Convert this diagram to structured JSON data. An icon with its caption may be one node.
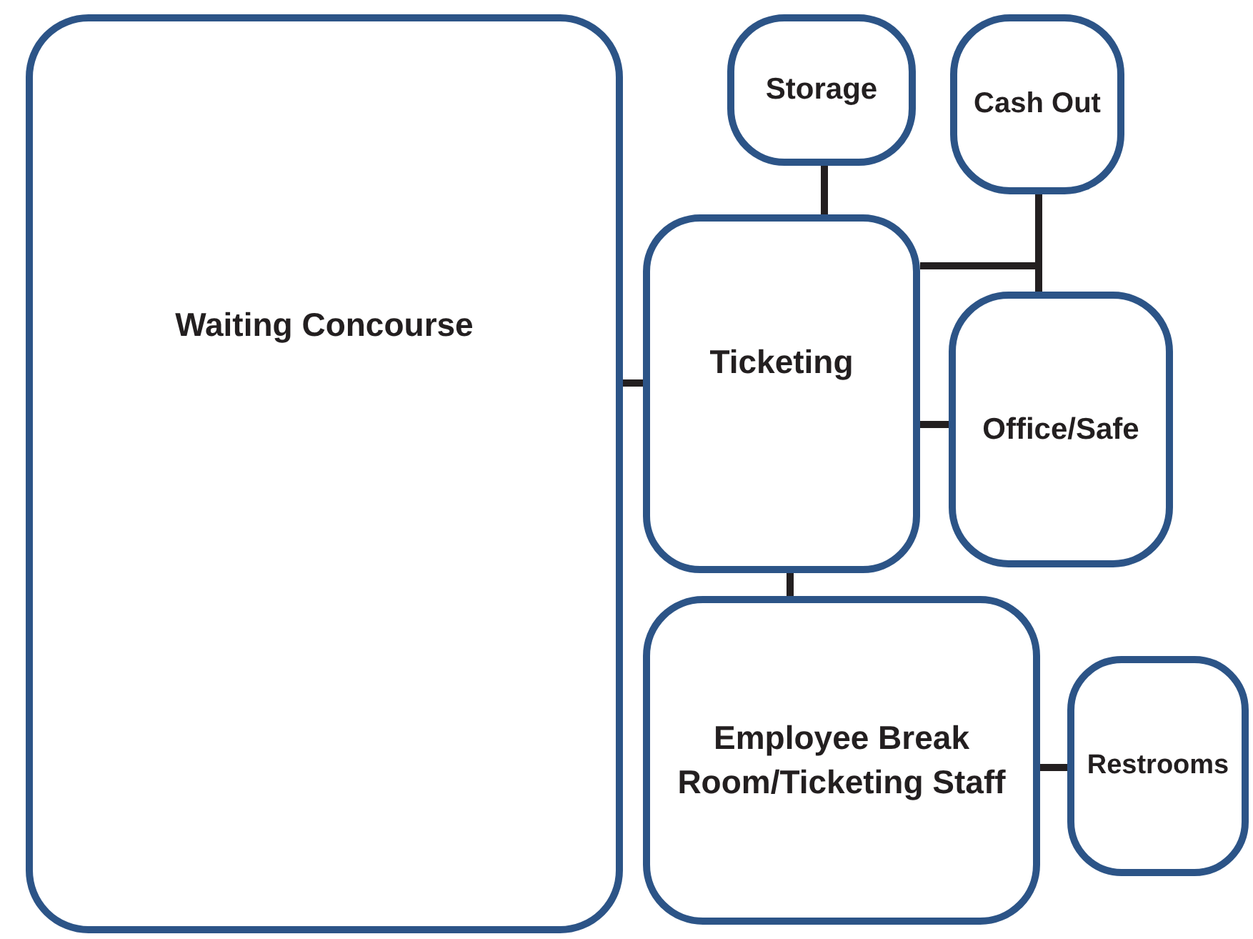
{
  "diagram": {
    "nodes": [
      {
        "text": [
          "Waiting Concourse"
        ]
      },
      {
        "text": [
          "Storage"
        ]
      },
      {
        "text": [
          "Cash Out"
        ]
      },
      {
        "text": [
          "Ticketing"
        ]
      },
      {
        "text": [
          "Office/Safe"
        ]
      },
      {
        "text": [
          "Employee Break Room/Ticketing Staff"
        ]
      },
      {
        "text": [
          "Restrooms"
        ]
      }
    ],
    "edges": [
      {
        "from": 0,
        "to": 3,
        "arrow": "none"
      },
      {
        "from": 1,
        "to": 3,
        "arrow": "none"
      },
      {
        "from": 2,
        "to": 3,
        "arrow": "none"
      },
      {
        "from": 2,
        "to": 4,
        "arrow": "none"
      },
      {
        "from": 3,
        "to": 4,
        "arrow": "none"
      },
      {
        "from": 3,
        "to": 5,
        "arrow": "none"
      },
      {
        "from": 5,
        "to": 6,
        "arrow": "none"
      }
    ]
  }
}
